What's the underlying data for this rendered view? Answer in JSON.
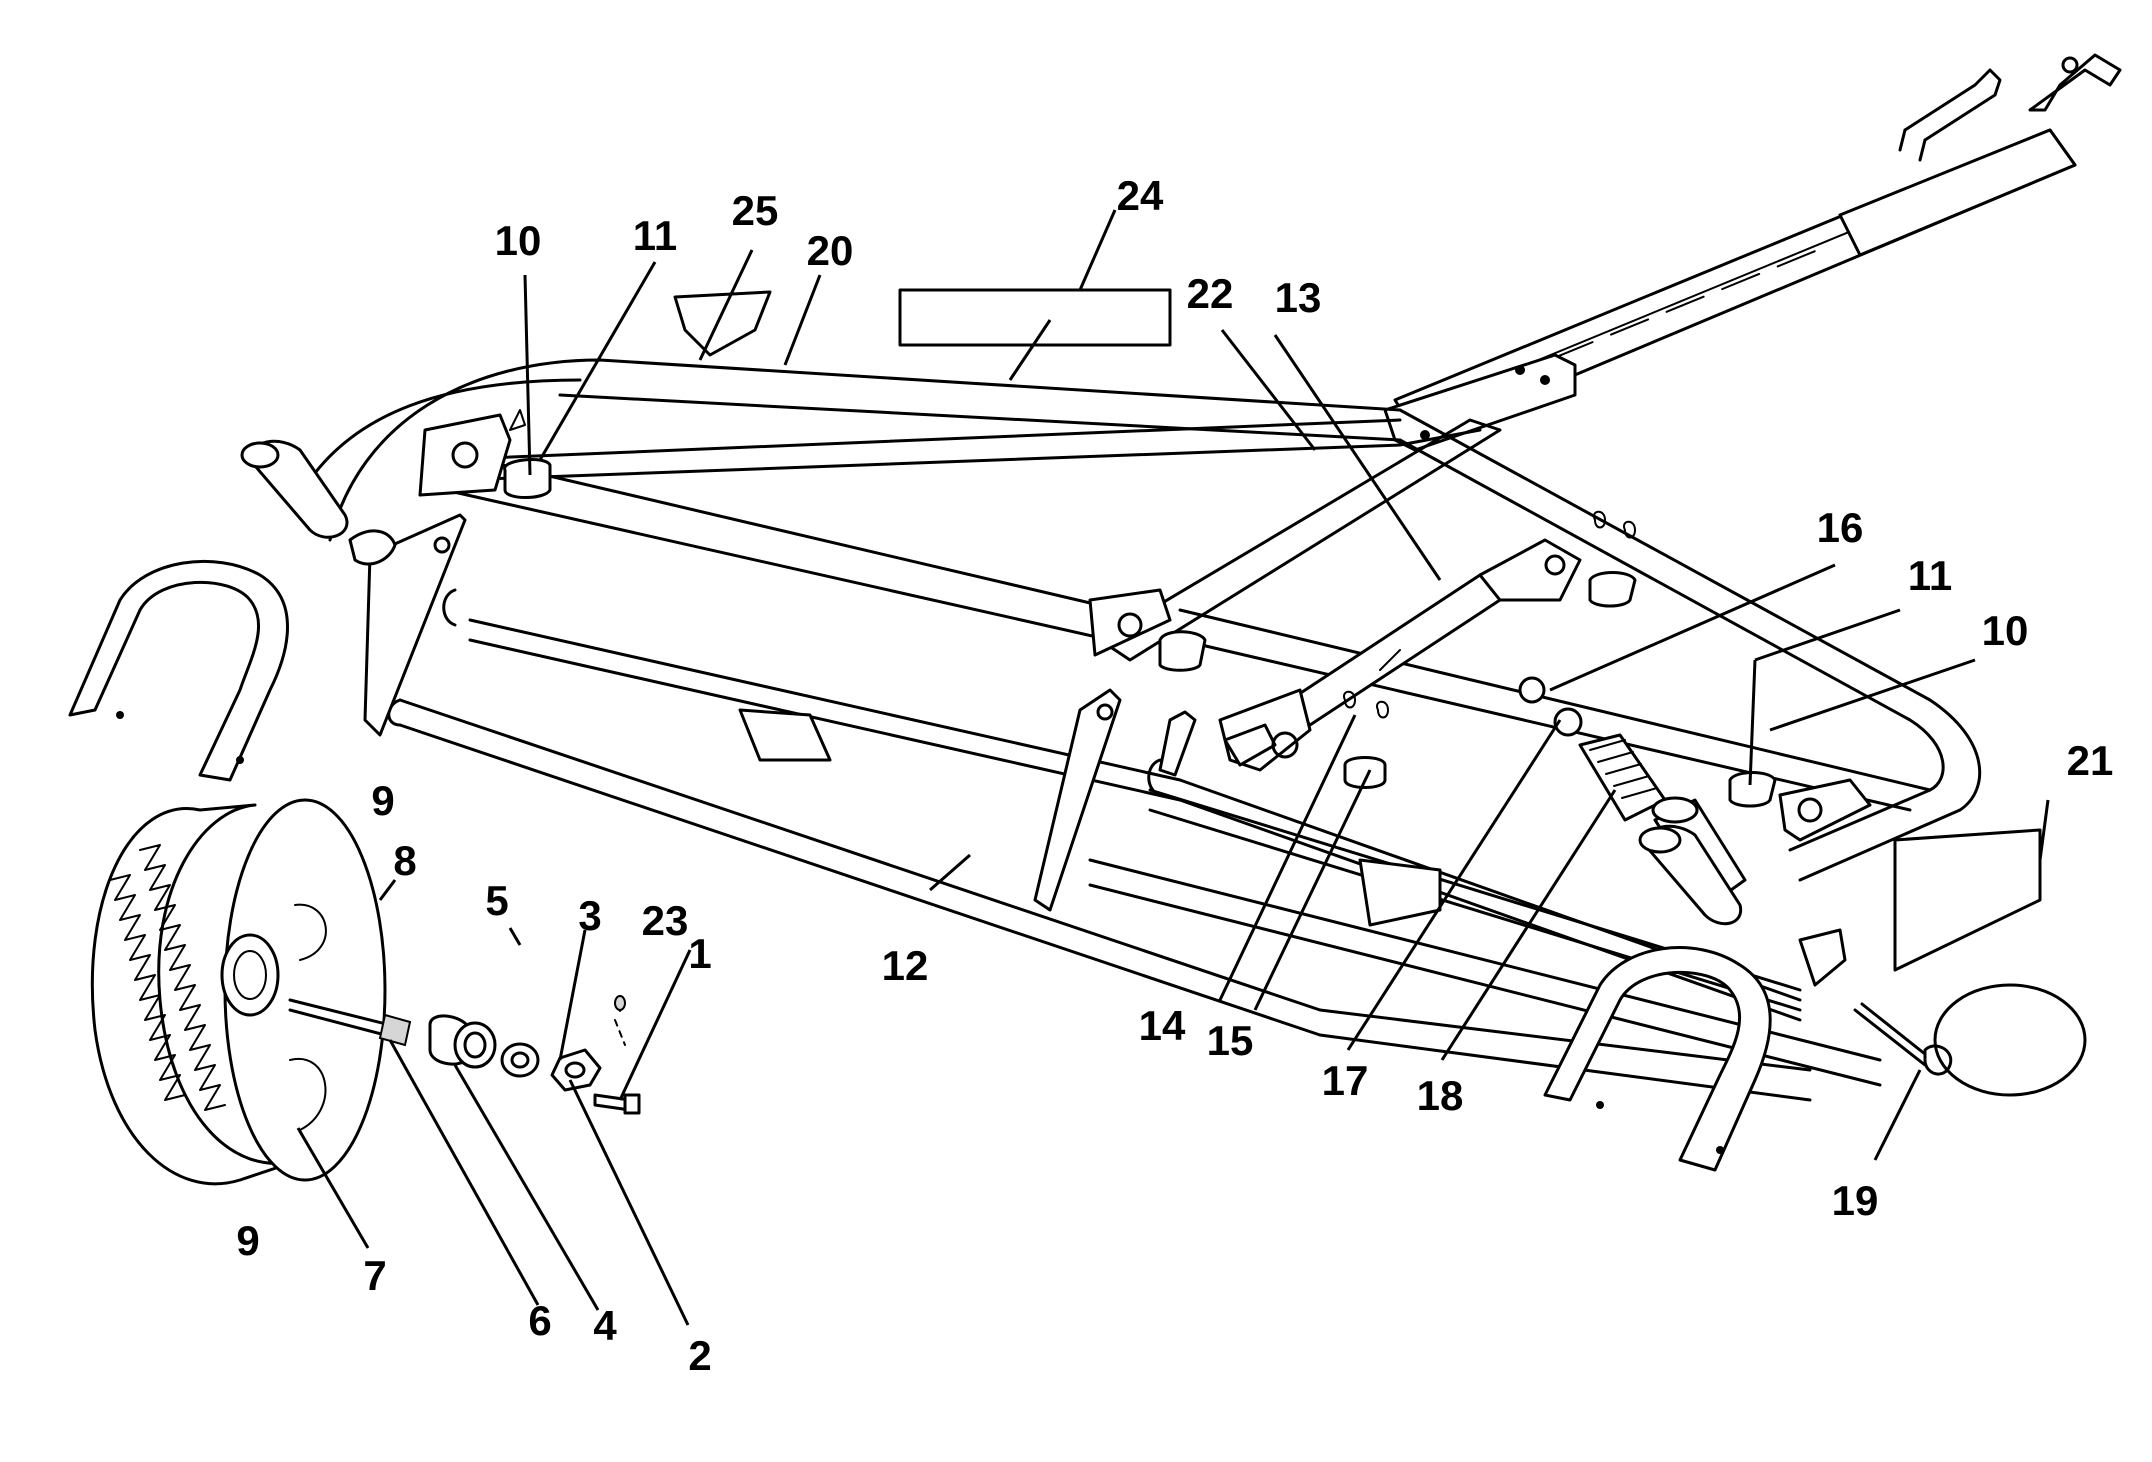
{
  "callouts": {
    "c1": "1",
    "c2": "2",
    "c3": "3",
    "c4": "4",
    "c5": "5",
    "c6": "6",
    "c7": "7",
    "c8": "8",
    "c9_top": "9",
    "c9_bottom": "9",
    "c10_left": "10",
    "c10_right": "10",
    "c11_left": "11",
    "c11_right": "11",
    "c12": "12",
    "c13": "13",
    "c14": "14",
    "c15": "15",
    "c16": "16",
    "c17": "17",
    "c18": "18",
    "c19": "19",
    "c20": "20",
    "c21": "21",
    "c22": "22",
    "c23": "23",
    "c24": "24",
    "c25": "25"
  },
  "colors": {
    "line": "#000000",
    "background": "#ffffff"
  }
}
